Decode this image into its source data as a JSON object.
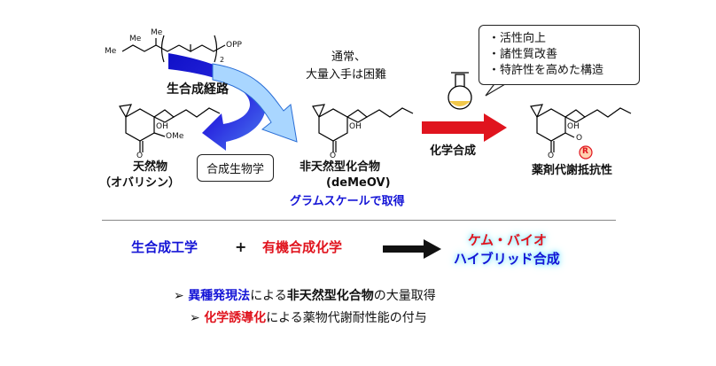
{
  "top": {
    "precursor_me1": "Me",
    "precursor_me2": "Me",
    "precursor_me3": "Me",
    "precursor_subscript": "2",
    "precursor_opp": "OPP",
    "biosynthesis_label": "生合成経路",
    "natural_product_oh": "OH",
    "natural_product_ome": "OMe",
    "natural_product_o": "O",
    "natural_product_line1": "天然物",
    "natural_product_line2": "（オバリシン）",
    "synbio_callout": "合成生物学",
    "hard_to_obtain_line1": "通常、",
    "hard_to_obtain_line2": "大量入手は困難",
    "unnatural_oh": "OH",
    "unnatural_o": "O",
    "unnatural_line1": "非天然型化合物",
    "unnatural_line2": "(deMeOV)",
    "gram_scale": "グラムスケールで取得",
    "chem_synthesis_label": "化学合成",
    "benefits": [
      "・活性向上",
      "・諸性質改善",
      "・特許性を高めた構造"
    ],
    "analog_oh": "OH",
    "analog_o": "O",
    "analog_o2": "O",
    "analog_r": "R",
    "analog_label": "薬剤代謝抵抗性"
  },
  "bottom": {
    "term1": "生合成工学",
    "plus": "+",
    "term2": "有機合成化学",
    "result_line1": "ケム・バイオ",
    "result_line2": "ハイブリッド合成",
    "bullet1_em1": "異種発現法",
    "bullet1_mid": "による",
    "bullet1_em2": "非天然型化合物",
    "bullet1_tail": "の大量取得",
    "bullet2_em": "化学誘導化",
    "bullet2_tail": "による薬物代謝耐性能の付与",
    "bullet_mark": "➢"
  },
  "colors": {
    "blue": "#1414d6",
    "red": "#e0141e",
    "light_blue": "#bfe4ff",
    "cyan_glow": "#8fe8ff"
  }
}
